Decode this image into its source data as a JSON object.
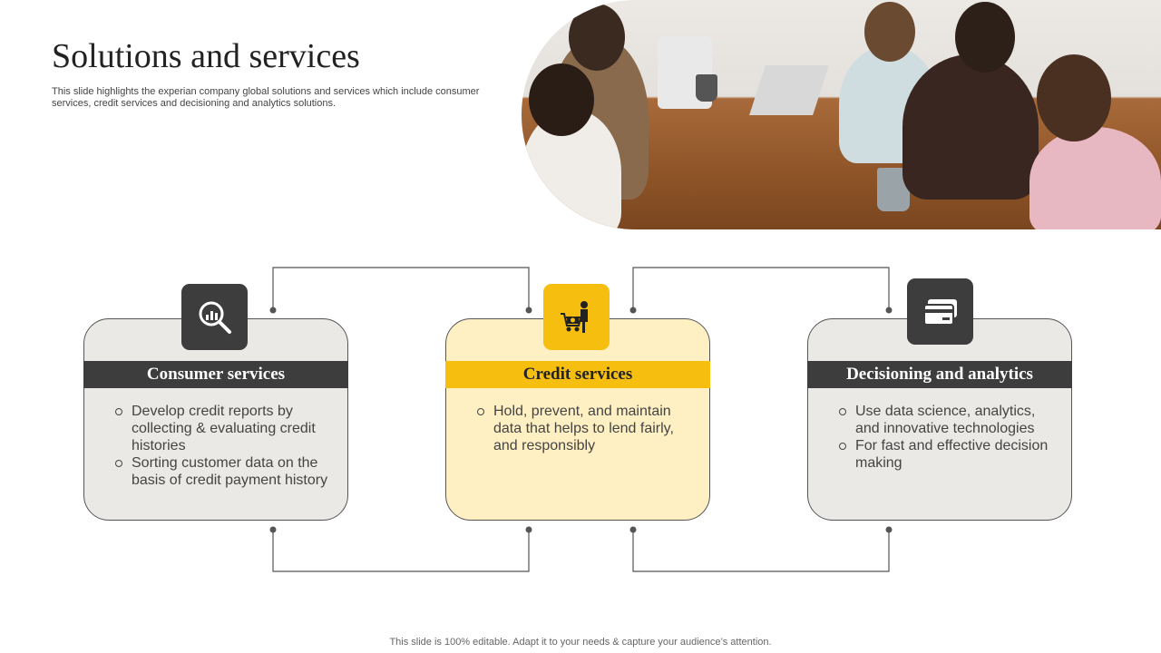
{
  "slide": {
    "title": "Solutions and services",
    "subtitle": "This slide highlights the experian company global solutions and services which include consumer services, credit services and decisioning and analytics solutions.",
    "footer": "This slide is 100% editable. Adapt it to your needs & capture your audience’s attention."
  },
  "cards": [
    {
      "title": "Consumer services",
      "icon": "magnifier-chart-icon",
      "bullets": [
        "Develop credit reports by collecting & evaluating credit histories",
        "Sorting customer data on the basis of credit payment history"
      ]
    },
    {
      "title": "Credit services",
      "icon": "shopping-cart-person-icon",
      "bullets": [
        "Hold, prevent, and maintain data that helps to lend fairly, and responsibly"
      ]
    },
    {
      "title": "Decisioning and analytics",
      "icon": "credit-cards-icon",
      "bullets": [
        "Use data science, analytics, and innovative technologies",
        "For fast and effective decision making"
      ]
    }
  ],
  "colors": {
    "dark": "#3d3d3d",
    "accent_yellow": "#f6be0f",
    "card_gray": "#ebe9e5",
    "card_yellow": "#fff0c4"
  }
}
